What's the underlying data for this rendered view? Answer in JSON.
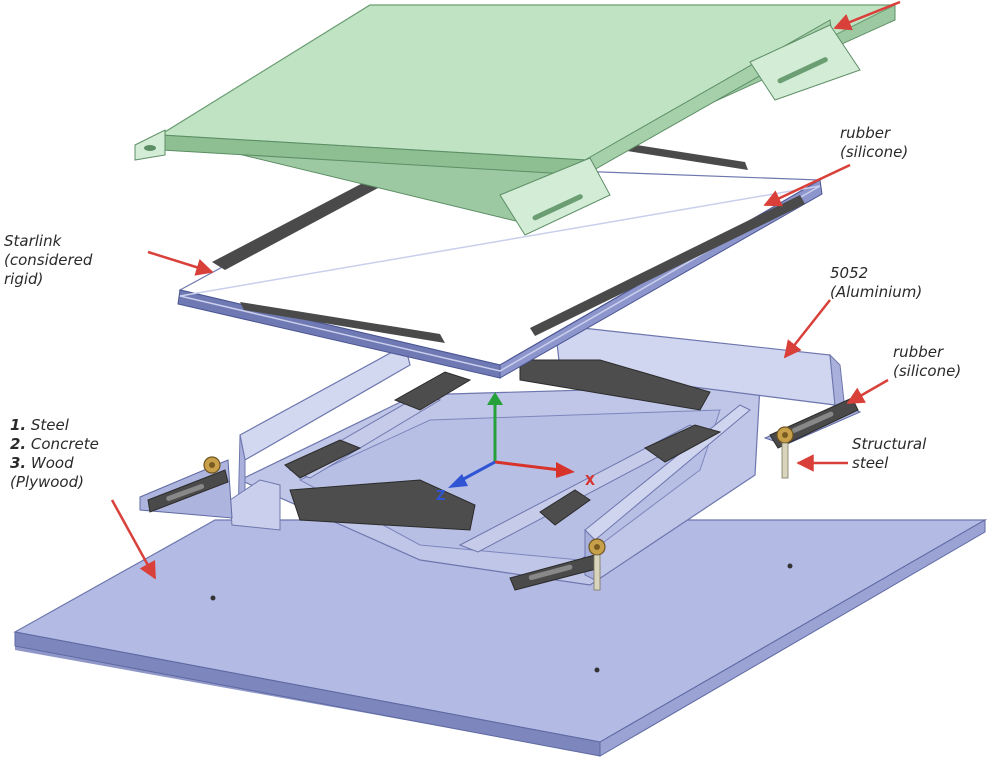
{
  "labels": {
    "rubber_top": [
      "rubber",
      "(silicone)"
    ],
    "starlink": [
      "Starlink",
      "(considered",
      "rigid)"
    ],
    "aluminium": [
      "5052",
      "(Aluminium)"
    ],
    "rubber_right": [
      "rubber",
      "(silicone)"
    ],
    "structural_steel": [
      "Structural",
      "steel"
    ],
    "base_materials": [
      {
        "num": "1.",
        "text": " Steel"
      },
      {
        "num": "2.",
        "text": " Concrete"
      },
      {
        "num": "3.",
        "text": " Wood"
      },
      {
        "num": "",
        "text": "(Plywood)"
      }
    ]
  },
  "axes": {
    "x": "X",
    "z": "Z"
  },
  "colors": {
    "cover_fill": "#bfe3c3",
    "cover_edge": "#6c9e74",
    "aluminium_fill": "#c9cfec",
    "base_fill": "#b3bbe4",
    "rubber": "#4a4a4a",
    "arrow": "#d9403a",
    "axis_y": "#25a03a",
    "axis_x": "#d8332b",
    "axis_z": "#2f55d4"
  }
}
